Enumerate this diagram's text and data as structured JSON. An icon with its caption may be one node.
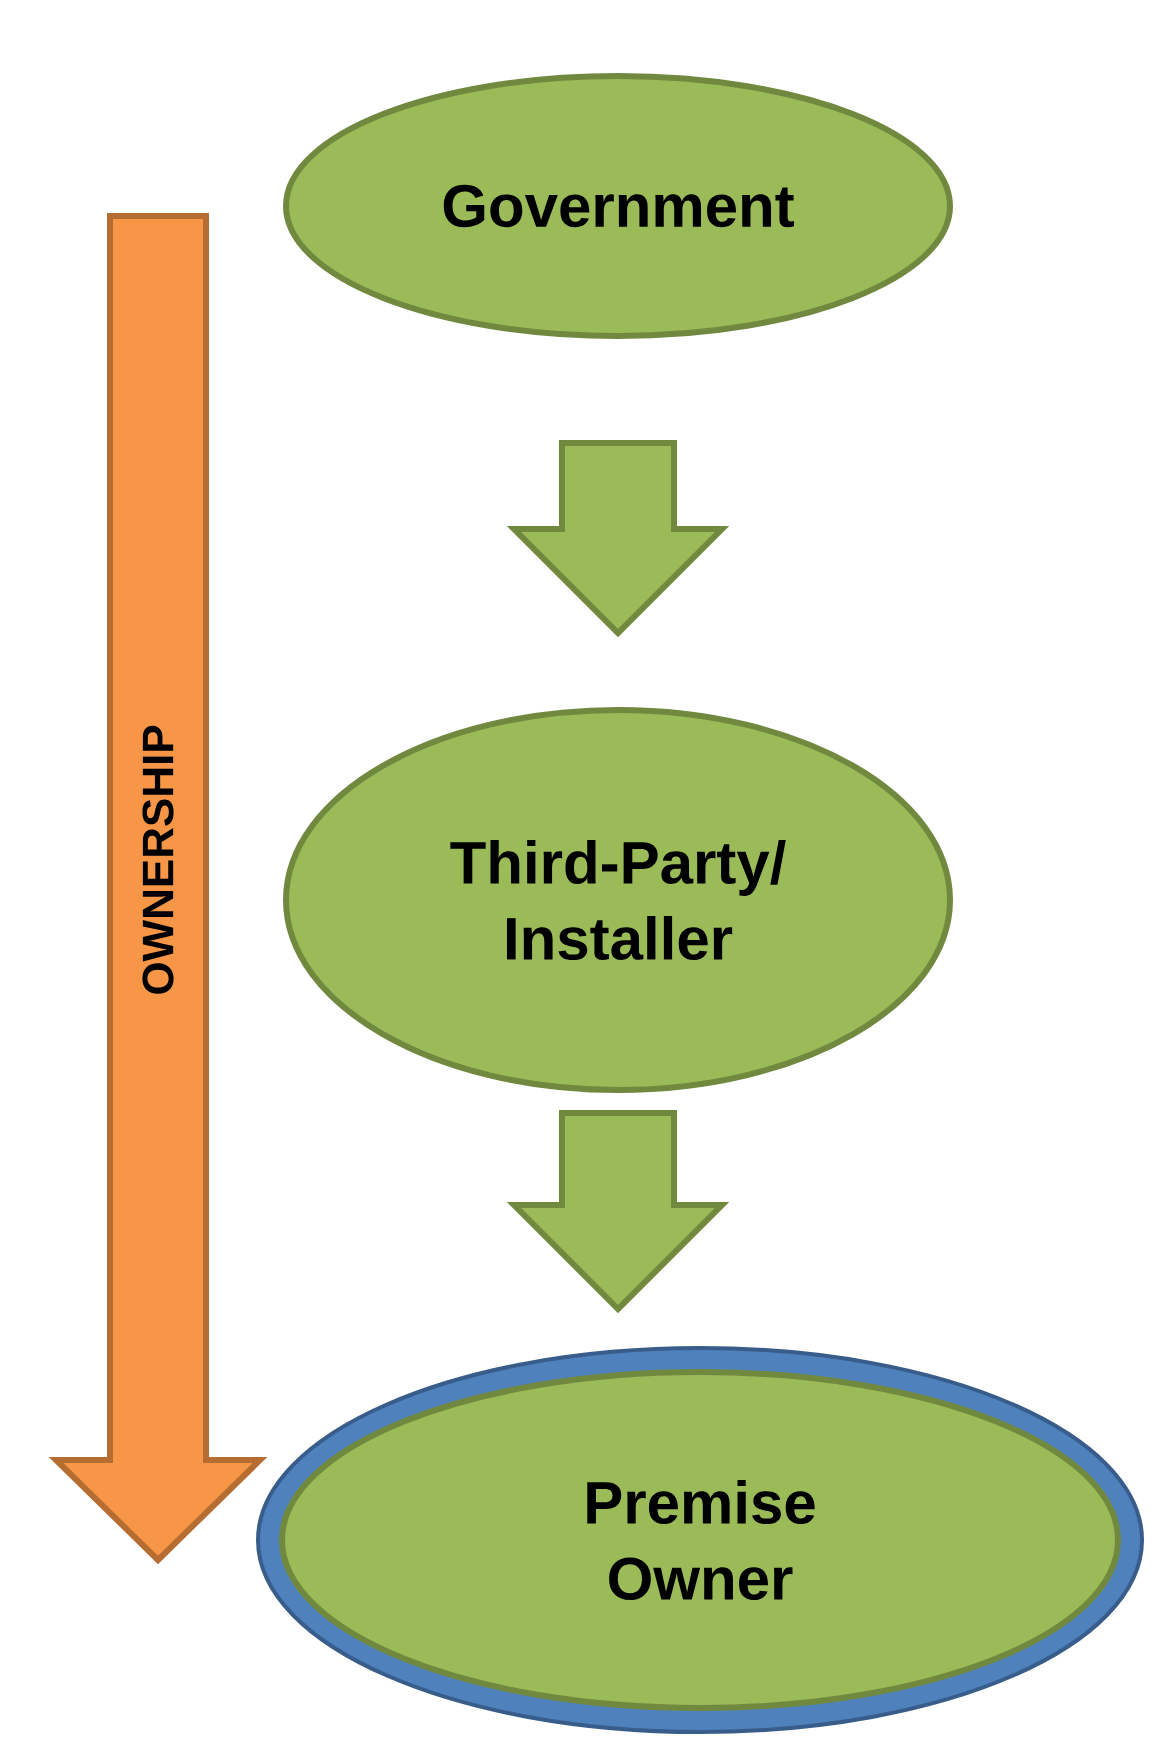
{
  "diagram": {
    "nodes": [
      {
        "text": [
          "Government"
        ]
      },
      {
        "text": [
          "Third-Party/ Installer"
        ]
      },
      {
        "text": [
          "Premise Owner"
        ]
      }
    ],
    "edges": [
      {
        "from": 0,
        "to": 1,
        "arrow": "to"
      },
      {
        "from": 1,
        "to": 2,
        "arrow": "to"
      }
    ],
    "labels": [
      "OWNERSHIP"
    ]
  }
}
